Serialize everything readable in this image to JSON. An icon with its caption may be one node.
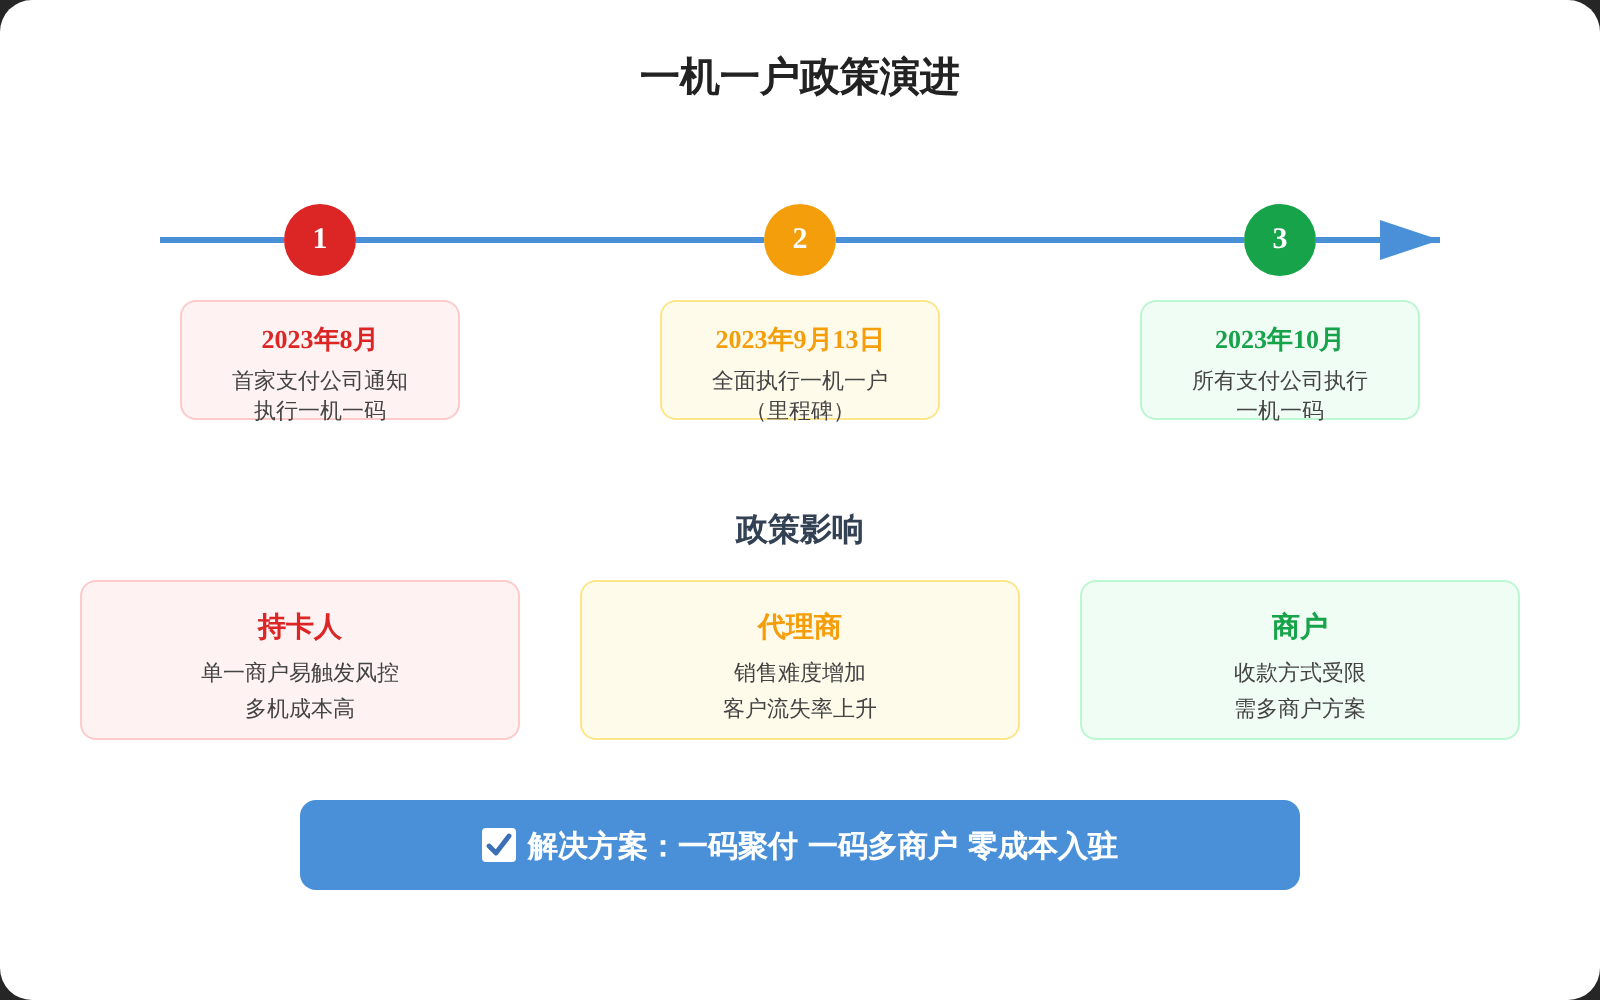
{
  "diagram": {
    "title": "一机一户政策演进",
    "nodes": [
      {
        "text": [
          "1"
        ]
      },
      {
        "text": [
          "2"
        ]
      },
      {
        "text": [
          "3"
        ]
      },
      {
        "text": [
          "2023年8月",
          "首家支付公司通知执行一机一码"
        ]
      },
      {
        "text": [
          "2023年9月13日",
          "全面执行一机一户（里程碑）"
        ]
      },
      {
        "text": [
          "2023年10月",
          "所有支付公司执行一机一码"
        ]
      },
      {
        "text": [
          "持卡人",
          "单一商户易触发风控",
          "多机成本高"
        ]
      },
      {
        "text": [
          "代理商",
          "销售难度增加",
          "客户流失率上升"
        ]
      },
      {
        "text": [
          "商户",
          "收款方式受限",
          "需多商户方案"
        ]
      },
      {
        "text": [
          "解决方案：一码聚付 一码多商户 零成本入驻"
        ]
      }
    ],
    "edges": [
      {
        "from": null,
        "to": 0,
        "arrow": "none"
      },
      {
        "from": 0,
        "to": 1,
        "arrow": "none"
      },
      {
        "from": 1,
        "to": 2,
        "arrow": "none"
      },
      {
        "from": 2,
        "to": null,
        "arrow": "to"
      }
    ],
    "labels": [
      "政策影响"
    ]
  }
}
